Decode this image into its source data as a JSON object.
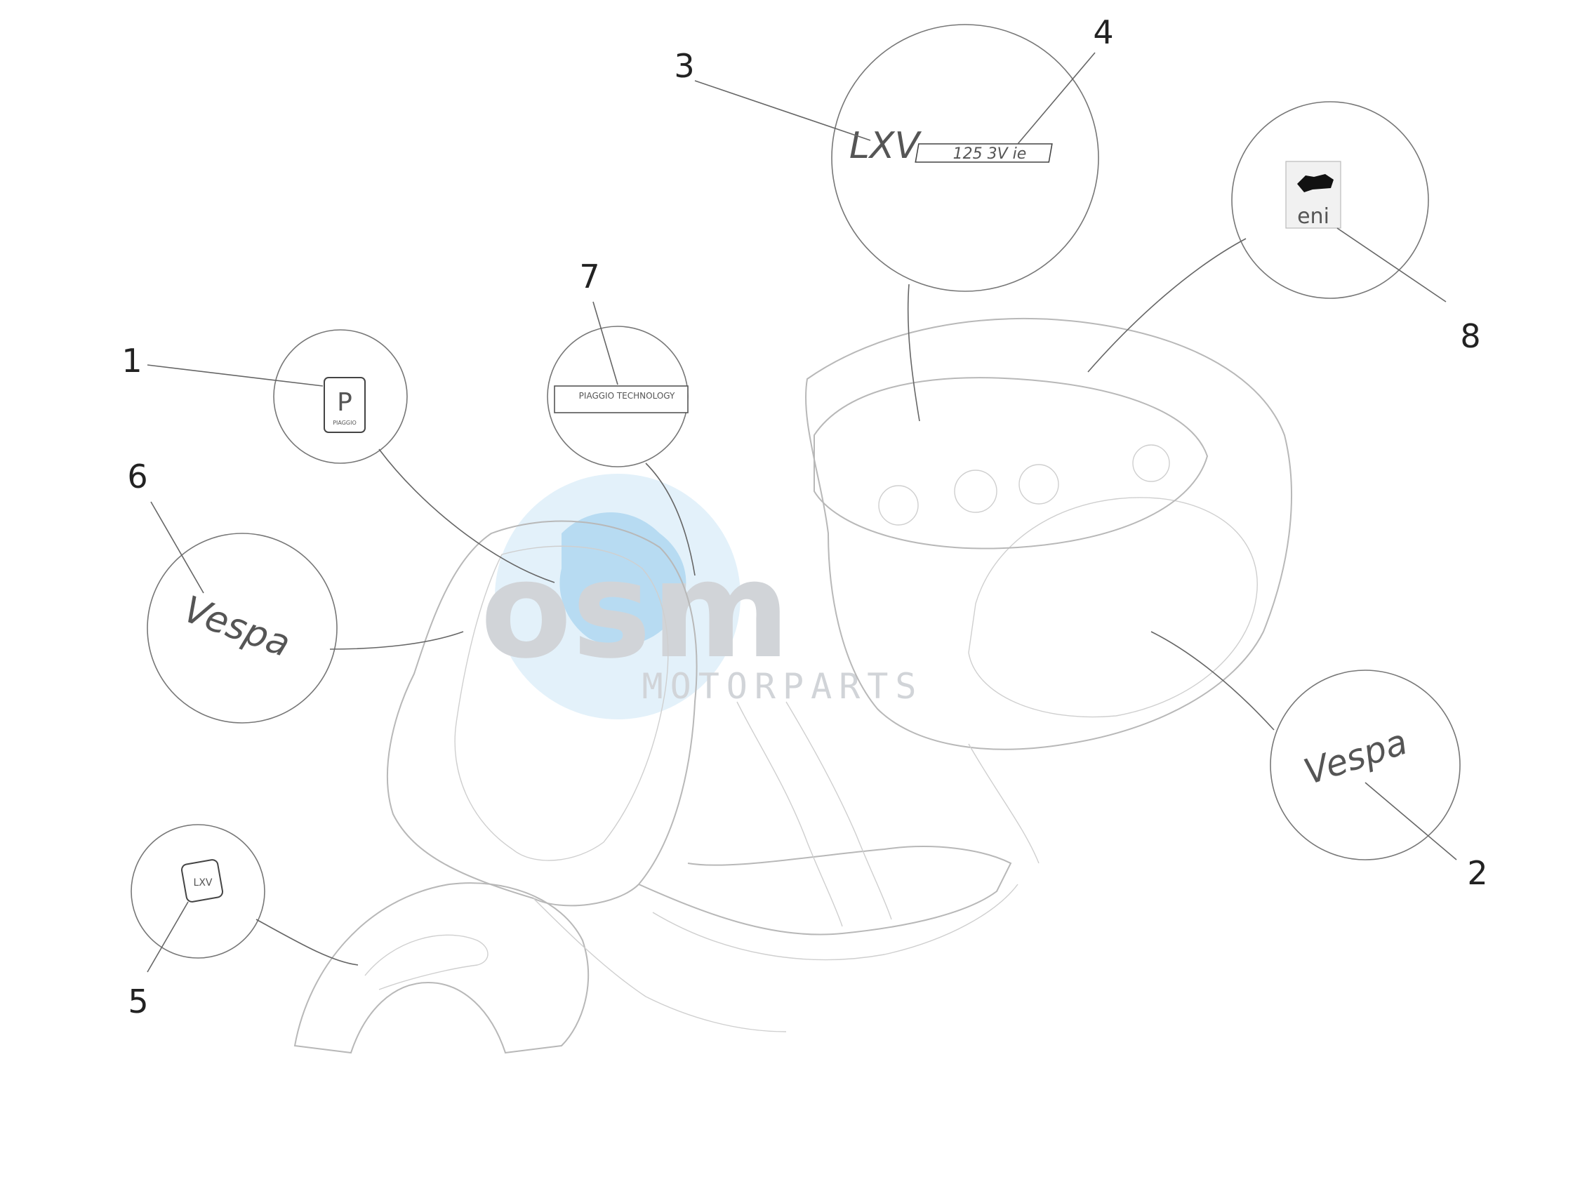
{
  "watermark": {
    "logo_text": "osm",
    "sub_text": "MOTORPARTS",
    "color": "#c9cdd2",
    "globe_color": "#4aa6e0"
  },
  "callouts": [
    {
      "number": "1",
      "part": "piaggio-badge"
    },
    {
      "number": "2",
      "part": "vespa-script-side"
    },
    {
      "number": "3",
      "part": "lxv-script"
    },
    {
      "number": "4",
      "part": "125-3vie-plate"
    },
    {
      "number": "5",
      "part": "lxv-badge"
    },
    {
      "number": "6",
      "part": "vespa-script-front"
    },
    {
      "number": "7",
      "part": "piaggio-technology-label"
    },
    {
      "number": "8",
      "part": "eni-decal"
    }
  ],
  "decal_text": {
    "piaggio_badge_letter": "P",
    "piaggio_badge_word": "PIAGGIO",
    "piaggio_tech": "PIAGGIO TECHNOLOGY",
    "lxv": "LXV",
    "model": "125 3V ie",
    "vespa": "Vespa",
    "eni": "eni",
    "lxv_badge": "LXV"
  }
}
